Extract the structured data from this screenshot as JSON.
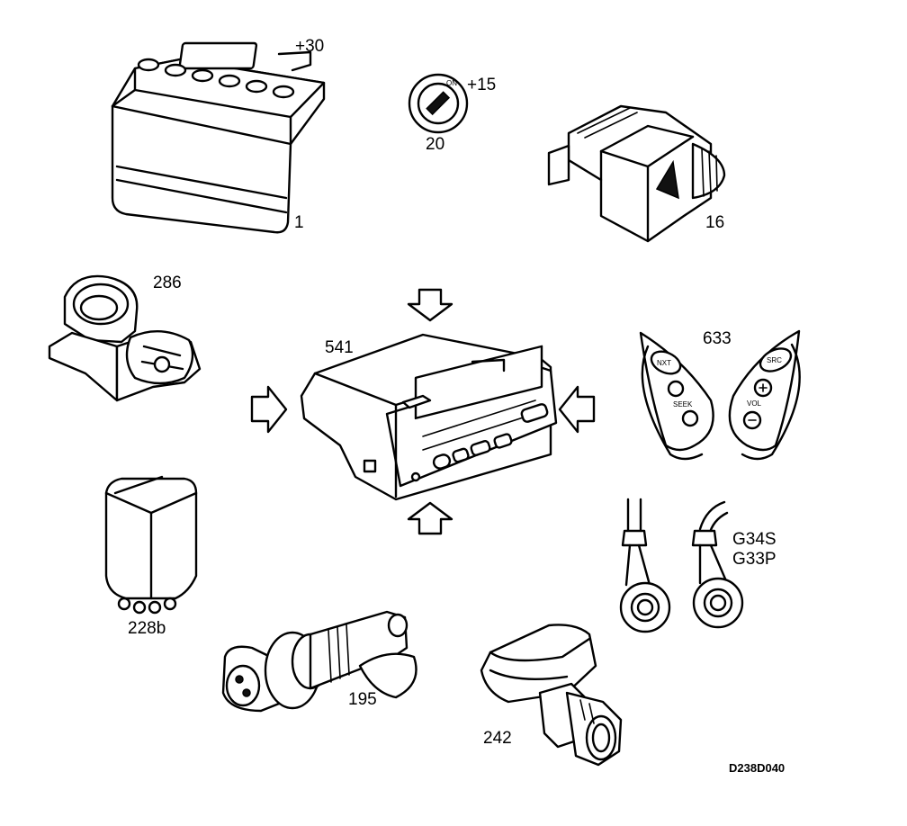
{
  "labels": {
    "battery_terminal": "+30",
    "battery": "1",
    "ignition_terminal": "+15",
    "ignition_switch": "20",
    "ignition_on": "ON",
    "light_switch": "16",
    "sensor_286": "286",
    "control_unit": "541",
    "steering_controls": "633",
    "relay": "228b",
    "ground_points_line1": "G34S",
    "ground_points_line2": "G33P",
    "sensor_195": "195",
    "sensor_242": "242",
    "drawing_code": "D238D040"
  },
  "steering_buttons": {
    "nxt": "NXT",
    "seek": "SEEK",
    "src": "SRC",
    "vol": "VOL"
  }
}
